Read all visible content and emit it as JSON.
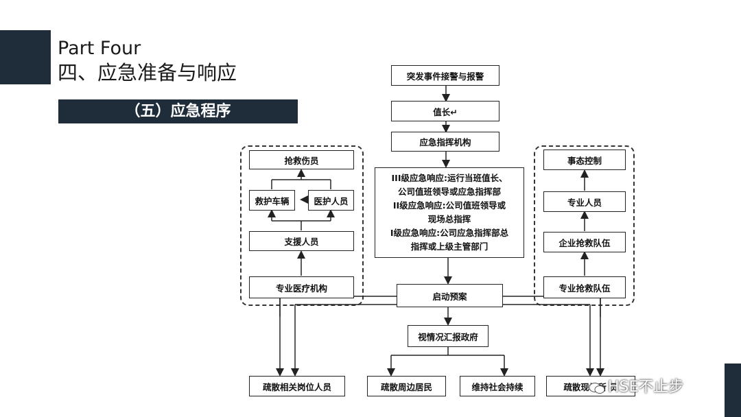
{
  "header": {
    "part": "Part Four",
    "title": "四、应急准备与响应",
    "section": "（五）应急程序"
  },
  "nodes": {
    "alarm": "突发事件接警与报警",
    "duty_chief": "值长↵",
    "command": "应急指挥机构",
    "response_levels": [
      "III级应急响应:运行当班值长、",
      "公司值班领导或应急指挥部",
      "II级应急响应:公司值班领导或",
      "现场总指挥",
      "I级应急响应:公司应急指挥部总",
      "指挥或上级主管部门"
    ],
    "start_plan": "启动预案",
    "report_gov": "视情况汇报政府",
    "rescue_injured": "抢救伤员",
    "ambulance": "救护车辆",
    "medical_staff": "医护人员",
    "support_staff": "支援人员",
    "medical_institution": "专业医疗机构",
    "situation_control": "事态控制",
    "professionals": "专业人员",
    "enterprise_team": "企业抢救队伍",
    "professional_team": "专业抢救队伍",
    "evacuate_staff": "疏散相关岗位人员",
    "evacuate_residents": "疏散周边居民",
    "maintain_order": "维持社会持续",
    "evacuate_site": "疏散现场所    员"
  },
  "watermark": "HSE不止步"
}
